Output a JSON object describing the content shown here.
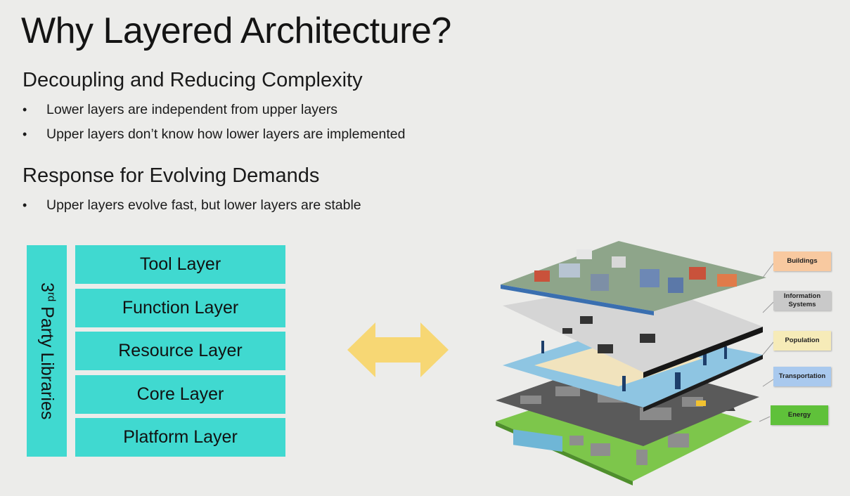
{
  "slide": {
    "title": "Why Layered Architecture?",
    "sections": [
      {
        "heading": "Decoupling and Reducing Complexity",
        "bullets": [
          "Lower layers are independent from upper layers",
          "Upper layers don’t know how lower layers are implemented"
        ]
      },
      {
        "heading": "Response for Evolving Demands",
        "bullets": [
          "Upper layers evolve fast, but lower layers are stable"
        ]
      }
    ],
    "bullet_char": "•"
  },
  "diagram": {
    "side_bar": {
      "prefix": "3",
      "sup": "rd",
      "suffix": " Party Libraries"
    },
    "layers": [
      "Tool Layer",
      "Function Layer",
      "Resource Layer",
      "Core Layer",
      "Platform Layer"
    ],
    "block_color": "#40d9d0",
    "arrow": {
      "name": "double-arrow",
      "color": "#f7d774"
    }
  },
  "city_illustration": {
    "labels": [
      {
        "text": "Buildings",
        "color": "#f8c9a0"
      },
      {
        "text": "Information Systems",
        "color": "#c9c9c9"
      },
      {
        "text": "Population",
        "color": "#f6ebb8"
      },
      {
        "text": "Transportation",
        "color": "#a9c9ee"
      },
      {
        "text": "Energy",
        "color": "#5fc13a"
      }
    ]
  }
}
